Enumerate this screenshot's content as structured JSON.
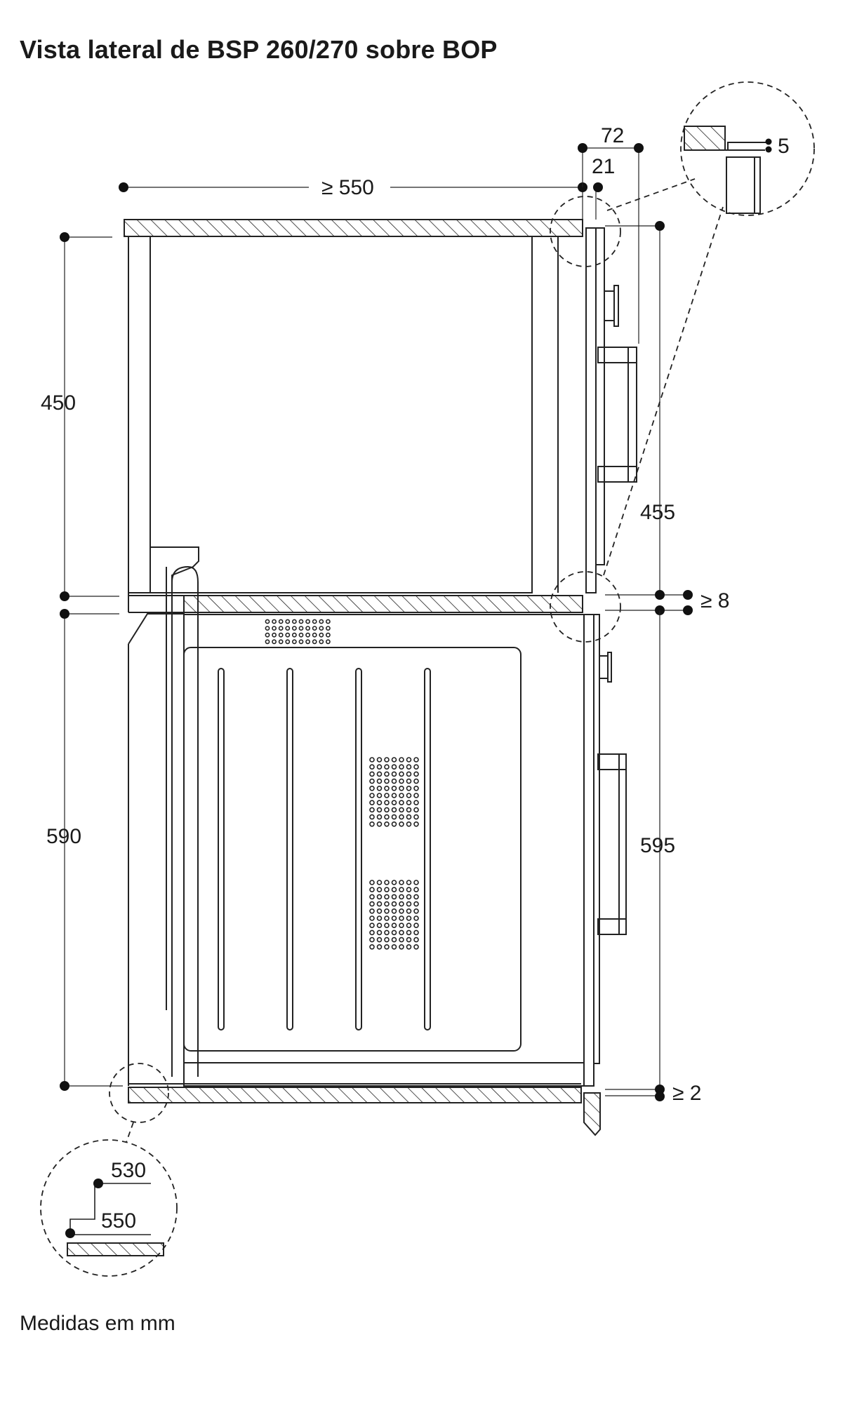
{
  "title": "Vista lateral de BSP 260/270 sobre BOP",
  "footer": "Medidas em mm",
  "dimensions": {
    "depth_min": "≥ 550",
    "front_72": "72",
    "front_21": "21",
    "detail_gap": "5",
    "upper_height": "450",
    "upper_device_height": "455",
    "middle_gap": "≥ 8",
    "lower_height": "590",
    "lower_device_height": "595",
    "bottom_gap": "≥ 2",
    "detail_530": "530",
    "detail_550": "550"
  }
}
